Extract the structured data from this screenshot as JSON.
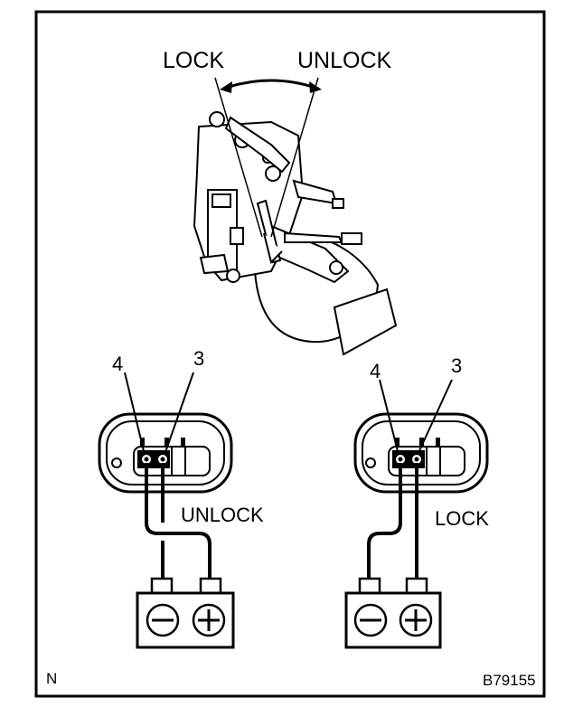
{
  "labels": {
    "lock_top": "LOCK",
    "unlock_top": "UNLOCK",
    "left_connector": {
      "pin_a": "4",
      "pin_b": "3",
      "state": "UNLOCK"
    },
    "right_connector": {
      "pin_a": "4",
      "pin_b": "3",
      "state": "LOCK"
    },
    "battery_minus": "⊖",
    "battery_plus": "⊕",
    "corner_mark": "N",
    "figure_code": "B79155"
  },
  "colors": {
    "ink": "#000000",
    "paper": "#ffffff"
  }
}
